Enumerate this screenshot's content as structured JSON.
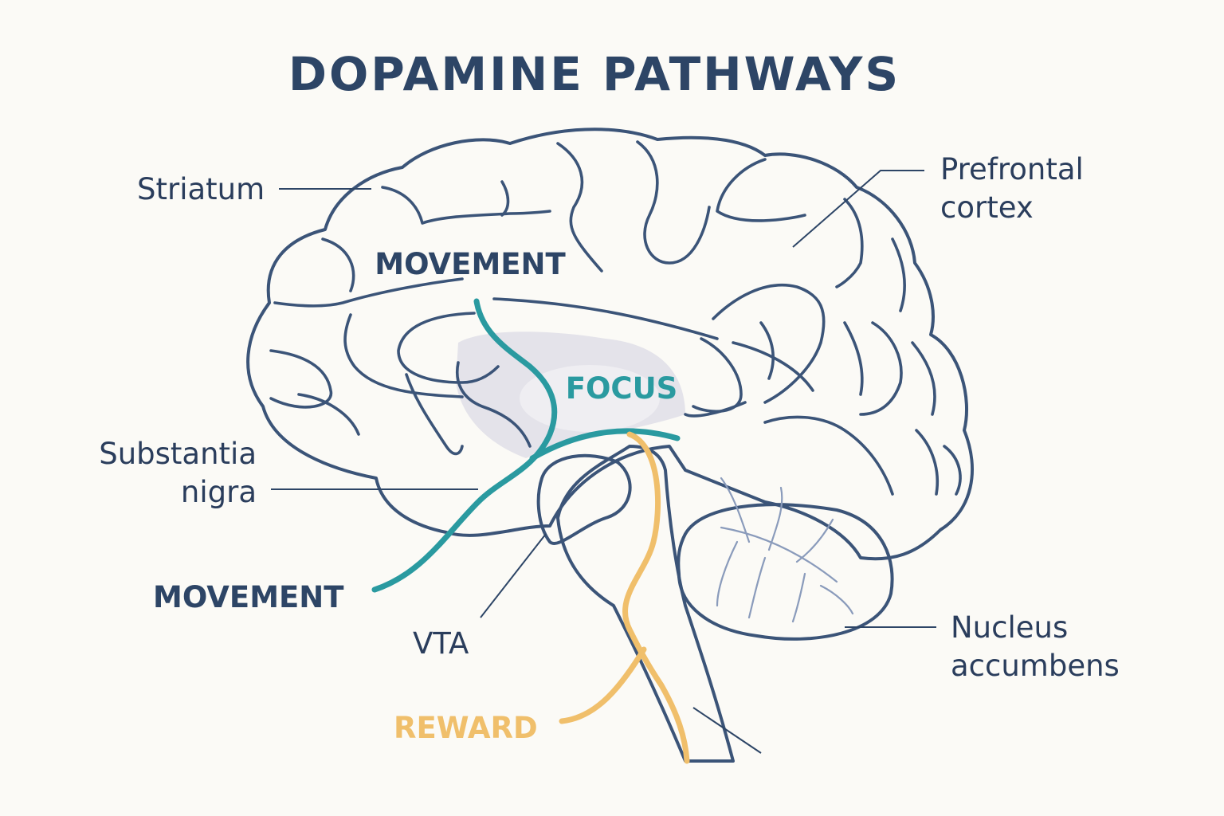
{
  "title": "DOPAMINE PATHWAYS",
  "colors": {
    "outline": "#3b5478",
    "brain_fill": "#f1f0f3",
    "inner_fill": "#e4e3ea",
    "movement": "#2a9aa0",
    "reward": "#f0bf6b",
    "focus_text": "#2a9aa0",
    "reward_text": "#f0bf6b",
    "movement_text": "#2d4566",
    "label_text": "#2a3d5c",
    "title_text": "#2d4566"
  },
  "labels": {
    "striatum": "Striatum",
    "prefrontal_line1": "Prefrontal",
    "prefrontal_line2": "cortex",
    "substantia_line1": "Substantia",
    "substantia_line2": "nigra",
    "vta": "VTA",
    "nucleus_line1": "Nucleus",
    "nucleus_line2": "accumbens"
  },
  "pathway_tags": {
    "movement_top": "MOVEMENT",
    "focus": "FOCUS",
    "movement_bottom": "MOVEMENT",
    "reward": "REWARD"
  }
}
